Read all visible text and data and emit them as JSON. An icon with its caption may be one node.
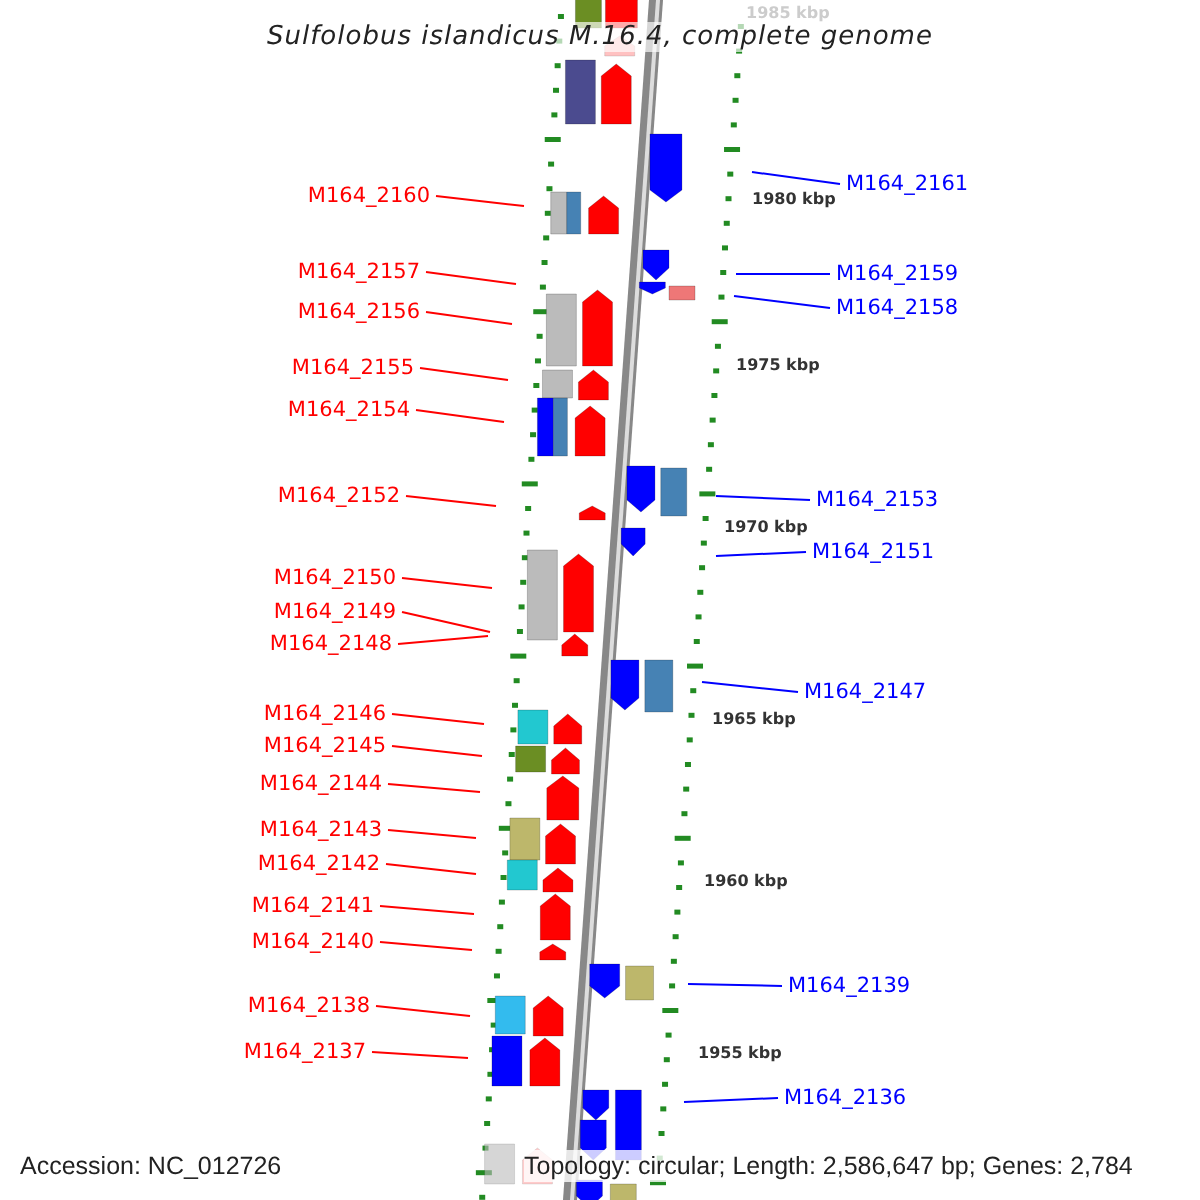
{
  "diagram": {
    "title": "Sulfolobus islandicus M.16.4, complete genome",
    "nodes": [
      {
        "text": [
          "M164_2161"
        ]
      },
      {
        "text": [
          "M164_2160"
        ]
      },
      {
        "text": [
          "M164_2157"
        ]
      },
      {
        "text": [
          "M164_2159"
        ]
      },
      {
        "text": [
          "M164_2158"
        ]
      },
      {
        "text": [
          "M164_2156"
        ]
      },
      {
        "text": [
          "M164_2155"
        ]
      },
      {
        "text": [
          "M164_2154"
        ]
      },
      {
        "text": [
          "M164_2152"
        ]
      },
      {
        "text": [
          "M164_2153"
        ]
      },
      {
        "text": [
          "M164_2151"
        ]
      },
      {
        "text": [
          "M164_2150"
        ]
      },
      {
        "text": [
          "M164_2149"
        ]
      },
      {
        "text": [
          "M164_2148"
        ]
      },
      {
        "text": [
          "M164_2147"
        ]
      },
      {
        "text": [
          "M164_2146"
        ]
      },
      {
        "text": [
          "M164_2145"
        ]
      },
      {
        "text": [
          "M164_2144"
        ]
      },
      {
        "text": [
          "M164_2143"
        ]
      },
      {
        "text": [
          "M164_2142"
        ]
      },
      {
        "text": [
          "M164_2141"
        ]
      },
      {
        "text": [
          "M164_2140"
        ]
      },
      {
        "text": [
          "M164_2139"
        ]
      },
      {
        "text": [
          "M164_2138"
        ]
      },
      {
        "text": [
          "M164_2137"
        ]
      },
      {
        "text": [
          "M164_2136"
        ]
      }
    ],
    "edges": [
      {
        "from": 0,
        "to": null,
        "arrow": "none",
        "color": "#0000ff"
      },
      {
        "from": 1,
        "to": null,
        "arrow": "none",
        "color": "#ff0000"
      },
      {
        "from": 2,
        "to": null,
        "arrow": "none",
        "color": "#ff0000"
      },
      {
        "from": 3,
        "to": null,
        "arrow": "none",
        "color": "#0000ff"
      },
      {
        "from": 4,
        "to": null,
        "arrow": "none",
        "color": "#0000ff"
      },
      {
        "from": 5,
        "to": null,
        "arrow": "none",
        "color": "#ff0000"
      },
      {
        "from": 6,
        "to": null,
        "arrow": "none",
        "color": "#ff0000"
      },
      {
        "from": 7,
        "to": null,
        "arrow": "none",
        "color": "#ff0000"
      },
      {
        "from": 8,
        "to": null,
        "arrow": "none",
        "color": "#ff0000"
      },
      {
        "from": 9,
        "to": null,
        "arrow": "none",
        "color": "#0000ff"
      },
      {
        "from": 10,
        "to": null,
        "arrow": "none",
        "color": "#0000ff"
      },
      {
        "from": 11,
        "to": null,
        "arrow": "none",
        "color": "#ff0000"
      },
      {
        "from": 12,
        "to": null,
        "arrow": "none",
        "color": "#ff0000"
      },
      {
        "from": 13,
        "to": null,
        "arrow": "none",
        "color": "#ff0000"
      },
      {
        "from": 14,
        "to": null,
        "arrow": "none",
        "color": "#0000ff"
      },
      {
        "from": 15,
        "to": null,
        "arrow": "none",
        "color": "#ff0000"
      },
      {
        "from": 16,
        "to": null,
        "arrow": "none",
        "color": "#ff0000"
      },
      {
        "from": 17,
        "to": null,
        "arrow": "none",
        "color": "#ff0000"
      },
      {
        "from": 18,
        "to": null,
        "arrow": "none",
        "color": "#ff0000"
      },
      {
        "from": 19,
        "to": null,
        "arrow": "none",
        "color": "#ff0000"
      },
      {
        "from": 20,
        "to": null,
        "arrow": "none",
        "color": "#ff0000"
      },
      {
        "from": 21,
        "to": null,
        "arrow": "none",
        "color": "#ff0000"
      },
      {
        "from": 22,
        "to": null,
        "arrow": "none",
        "color": "#0000ff"
      },
      {
        "from": 23,
        "to": null,
        "arrow": "none",
        "color": "#ff0000"
      },
      {
        "from": 24,
        "to": null,
        "arrow": "none",
        "color": "#ff0000"
      },
      {
        "from": 25,
        "to": null,
        "arrow": "none",
        "color": "#0000ff"
      }
    ],
    "labels": [
      "1985 kbp",
      "1980 kbp",
      "1975 kbp",
      "1970 kbp",
      "1965 kbp",
      "1960 kbp",
      "1955 kbp",
      "Accession: NC_012726",
      "Topology: circular; Length: 2,586,647 bp; Genes: 2,784"
    ]
  }
}
